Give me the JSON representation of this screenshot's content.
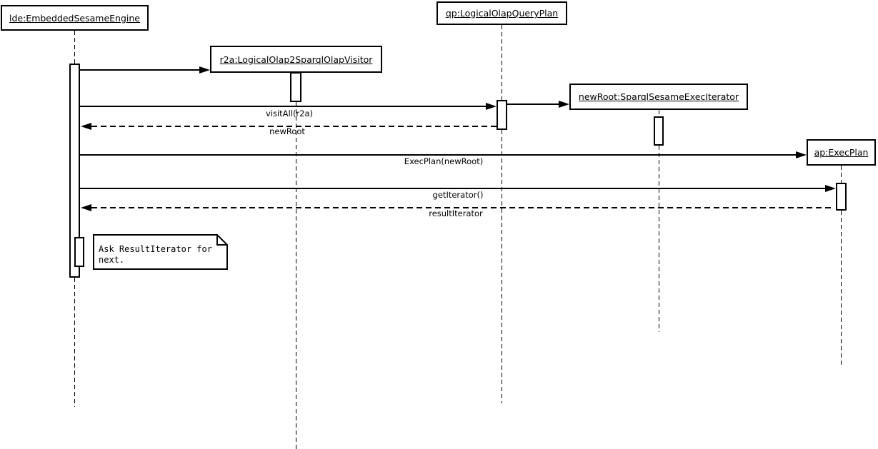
{
  "diagram": {
    "type": "uml-sequence-diagram",
    "colors": {
      "line": "#000000",
      "fill": "#ffffff",
      "background": "#ffffff"
    },
    "objects": [
      {
        "id": "lde",
        "label": "lde:EmbeddedSesameEngine"
      },
      {
        "id": "r2a",
        "label": "r2a:LogicalOlap2SparqlOlapVisitor"
      },
      {
        "id": "qp",
        "label": "qp:LogicalOlapQueryPlan"
      },
      {
        "id": "newRoot",
        "label": "newRoot:SparqlSesameExecIterator"
      },
      {
        "id": "ap",
        "label": "ap:ExecPlan"
      }
    ],
    "messages": [
      {
        "from": "lde",
        "to": "r2a",
        "label": "",
        "style": "solid"
      },
      {
        "from": "lde",
        "to": "qp",
        "label": "visitAll(r2a)",
        "style": "solid"
      },
      {
        "from": "qp",
        "to": "lde",
        "label": "newRoot",
        "style": "dashed-return"
      },
      {
        "from": "qp",
        "to": "newRoot",
        "label": "",
        "style": "solid"
      },
      {
        "from": "lde",
        "to": "ap",
        "label": "ExecPlan(newRoot)",
        "style": "solid"
      },
      {
        "from": "lde",
        "to": "ap",
        "label": "getIterator()",
        "style": "solid"
      },
      {
        "from": "ap",
        "to": "lde",
        "label": "resultIterator",
        "style": "dashed-return"
      }
    ],
    "note": {
      "text": "Ask ResultIterator for\nnext."
    }
  }
}
